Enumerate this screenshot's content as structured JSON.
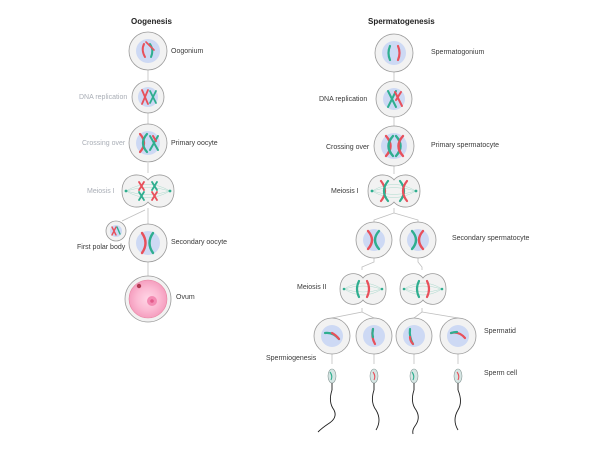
{
  "oogenesis": {
    "title": "Oogenesis",
    "labels": {
      "oogonium": "Oogonium",
      "dna_replication": "DNA replication",
      "crossing_over": "Crossing over",
      "primary_oocyte": "Primary oocyte",
      "meiosis_1": "Meiosis I",
      "first_polar_body": "First polar body",
      "secondary_oocyte": "Secondary oocyte",
      "ovum": "Ovum"
    }
  },
  "spermatogenesis": {
    "title": "Spermatogenesis",
    "labels": {
      "spermatogonium": "Spermatogonium",
      "dna_replication": "DNA replication",
      "crossing_over": "Crossing over",
      "primary_spermatocyte": "Primary spermatocyte",
      "meiosis_1": "Meiosis I",
      "secondary_spermatocyte": "Secondary spermatocyte",
      "meiosis_2": "Meiosis II",
      "spermatid": "Spermatid",
      "spermiogenesis": "Spermiogenesis",
      "sperm_cell": "Sperm cell"
    }
  },
  "colors": {
    "chromosome_red": "#e8505b",
    "chromosome_green": "#2fae8f",
    "nucleus": "#cdd9f4",
    "cell_fill": "#f2f2f2",
    "cell_stroke": "#9a9a9a",
    "ovum_pink": "#f7a8c6"
  }
}
